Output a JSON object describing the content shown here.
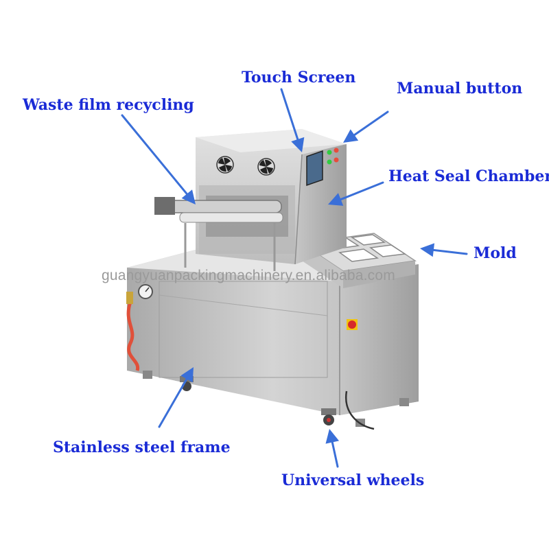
{
  "colors": {
    "label": "#1a2bd6",
    "arrow": "#3a6fd8",
    "steel_light": "#d9d9d9",
    "steel_mid": "#b9b9b9",
    "steel_dark": "#8f8f8f",
    "watermark": "#9a9a9a"
  },
  "labels": {
    "touch_screen": "Touch Screen",
    "manual_button": "Manual button",
    "waste_film": "Waste film recycling",
    "heat_seal": "Heat Seal Chamber",
    "mold": "Mold",
    "stainless_frame": "Stainless steel frame",
    "universal_wheels": "Universal wheels"
  },
  "watermark": "guangyuanpackingmachinery.en.alibaba.com",
  "icons": [
    "fan-icon",
    "fan-icon",
    "gauge-icon",
    "emergency-stop-icon"
  ]
}
